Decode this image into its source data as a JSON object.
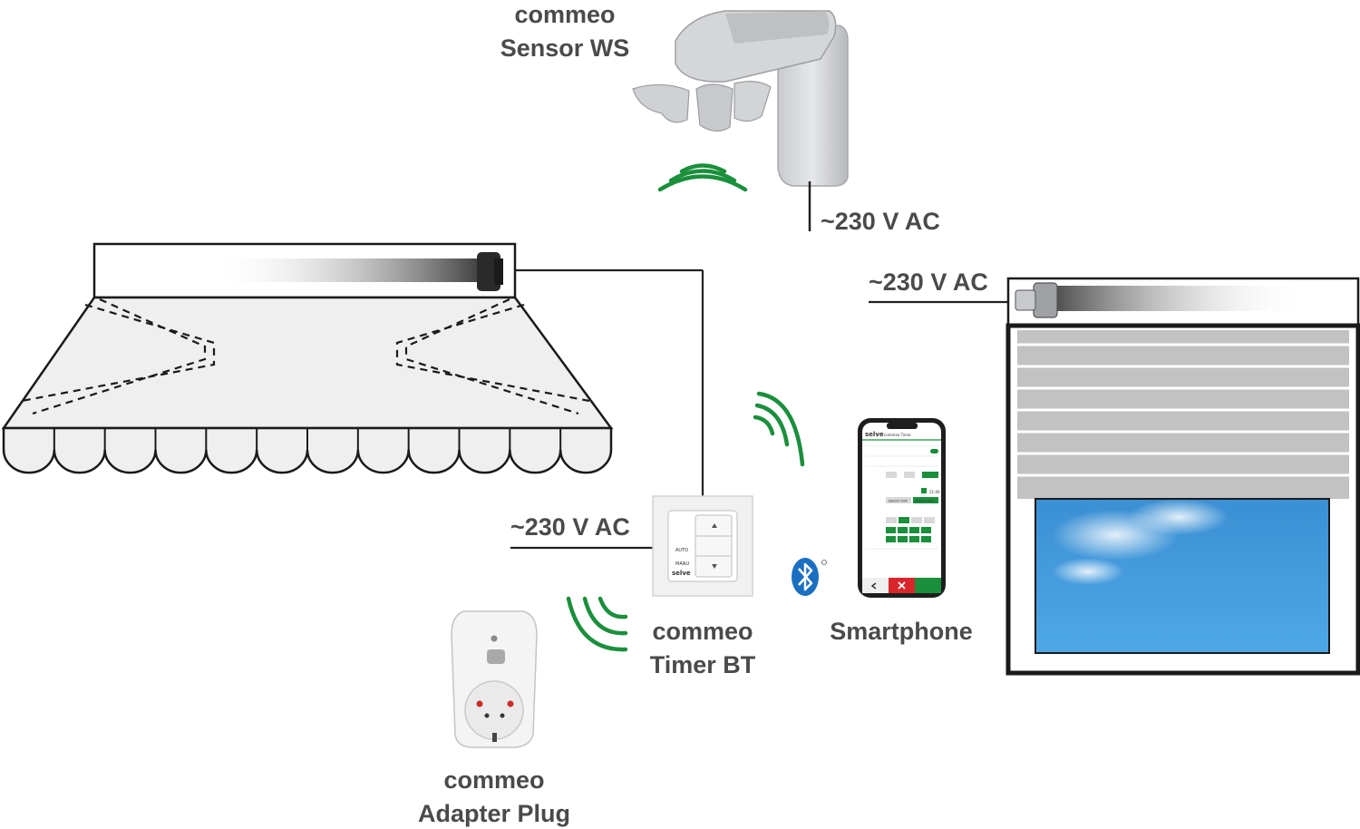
{
  "devices": {
    "sensor": {
      "line1": "commeo",
      "line2": "Sensor WS"
    },
    "timer": {
      "line1": "commeo",
      "line2": "Timer BT",
      "panel_brand": "selve",
      "panel_text_1": "AUTO",
      "panel_text_2": "MANU"
    },
    "adapter": {
      "line1": "commeo",
      "line2": "Adapter Plug"
    },
    "smartphone": {
      "label": "Smartphone",
      "app_brand": "selve",
      "app_title": "commeo Timer",
      "btn_up": "NACHT VOR",
      "btn_down": "NACHT AUS",
      "time_value": "21:00"
    }
  },
  "power": {
    "sensor": "~230 V AC",
    "shutter": "~230 V AC",
    "timer": "~230 V AC"
  },
  "icons": {
    "bluetooth": "bluetooth-icon",
    "wireless": "wireless-signal-icon"
  },
  "colors": {
    "signal": "#1a8f3c",
    "bluetooth": "#1b6fc1",
    "label": "#4a4a4a"
  }
}
